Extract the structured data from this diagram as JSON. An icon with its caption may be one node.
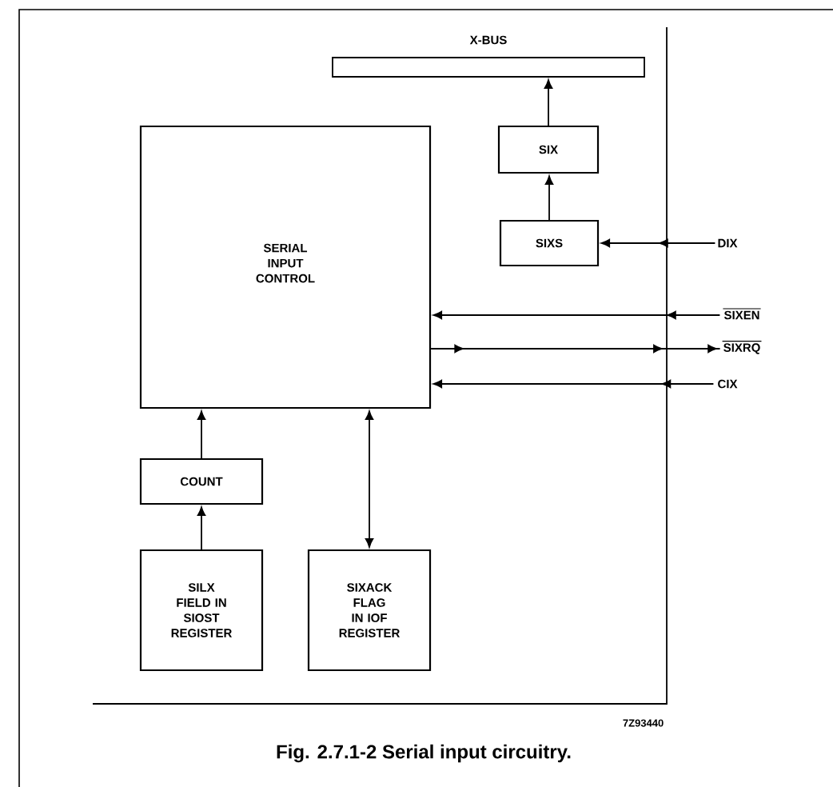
{
  "diagram": {
    "caption": "Fig. 2.7.1-2 Serial input circuitry.",
    "nodes": [
      {
        "text": [
          "X-BUS"
        ]
      },
      {
        "text": [
          "SIX"
        ]
      },
      {
        "text": [
          "SIXS"
        ]
      },
      {
        "text": [
          "DIX"
        ]
      },
      {
        "text": [
          "SERIAL INPUT CONTROL"
        ]
      },
      {
        "text": [
          "SIXEN"
        ]
      },
      {
        "text": [
          "SIXRQ"
        ]
      },
      {
        "text": [
          "CIX"
        ]
      },
      {
        "text": [
          "COUNT"
        ]
      },
      {
        "text": [
          "SILX FIELD IN SIOST REGISTER"
        ]
      },
      {
        "text": [
          "SIXACK FLAG IN IOF REGISTER"
        ]
      }
    ],
    "edges": [
      {
        "from": 1,
        "to": 0,
        "arrow": "to"
      },
      {
        "from": 2,
        "to": 1,
        "arrow": "to"
      },
      {
        "from": 3,
        "to": 2,
        "arrow": "to"
      },
      {
        "from": 5,
        "to": 4,
        "arrow": "to"
      },
      {
        "from": 4,
        "to": 6,
        "arrow": "to"
      },
      {
        "from": 7,
        "to": 4,
        "arrow": "to"
      },
      {
        "from": 8,
        "to": 4,
        "arrow": "to"
      },
      {
        "from": 9,
        "to": 8,
        "arrow": "to"
      },
      {
        "from": 10,
        "to": 4,
        "arrow": "both"
      }
    ],
    "labels": [
      "7Z93440"
    ]
  }
}
